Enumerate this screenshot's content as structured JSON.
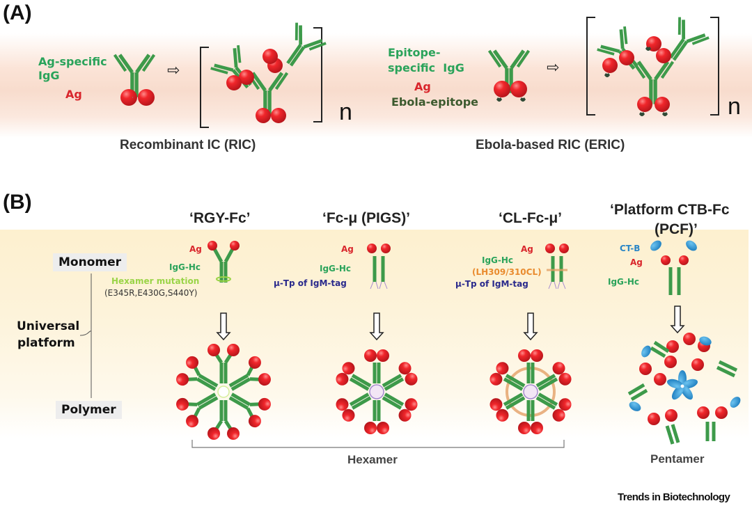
{
  "panelA": {
    "label": "(A)",
    "ric": {
      "labels": {
        "igg": "Ag-specific\nIgG",
        "igg_line1": "Ag-specific",
        "igg_line2": "IgG",
        "ag": "Ag"
      },
      "arrow": "⇨",
      "multiplier": "n",
      "caption": "Recombinant IC (RIC)"
    },
    "eric": {
      "labels": {
        "igg_line1": "Epitope-",
        "igg_line2": "specific  IgG",
        "ag": "Ag",
        "epitope": "Ebola-epitope"
      },
      "arrow": "⇨",
      "multiplier": "n",
      "caption": "Ebola-based RIC (ERIC)"
    }
  },
  "panelB": {
    "label": "(B)",
    "axis": {
      "top": "Monomer",
      "middle_line1": "Universal",
      "middle_line2": "platform",
      "bottom": "Polymer"
    },
    "platforms": [
      {
        "title": "‘RGY-Fc’",
        "labels": {
          "ag": "Ag",
          "igg": "IgG-Hc",
          "mutation": "Hexamer mutation",
          "mutation_detail": "(E345R,E430G,S440Y)"
        }
      },
      {
        "title": "‘Fc-μ (PIGS)’",
        "labels": {
          "ag": "Ag",
          "igg": "IgG-Hc",
          "tag": "μ-Tp of IgM-tag"
        }
      },
      {
        "title": "‘CL-Fc-μ’",
        "labels": {
          "ag": "Ag",
          "igg": "IgG-Hc",
          "mutation": "(LH309/310CL)",
          "tag": "μ-Tp of IgM-tag"
        }
      },
      {
        "title_line1": "‘Platform CTB-Fc",
        "title_line2": "(PCF)’",
        "labels": {
          "ctb": "CT-B",
          "ag": "Ag",
          "igg": "IgG-Hc"
        }
      }
    ],
    "group_labels": {
      "hexamer": "Hexamer",
      "pentamer": "Pentamer"
    }
  },
  "footer": {
    "journal": "Trends in Biotechnology"
  },
  "colors": {
    "antibody_green": "#3d9a4a",
    "antigen_red": "#e0262b",
    "ctb_blue": "#2b8fce",
    "epitope_dark": "#2f4a36",
    "ring_orange": "#e3a066",
    "label_green": "#2aa35a",
    "label_red": "#d9262c",
    "label_navy": "#2a2a8c",
    "label_lime": "#9ad447",
    "label_orange": "#e98b2e"
  }
}
